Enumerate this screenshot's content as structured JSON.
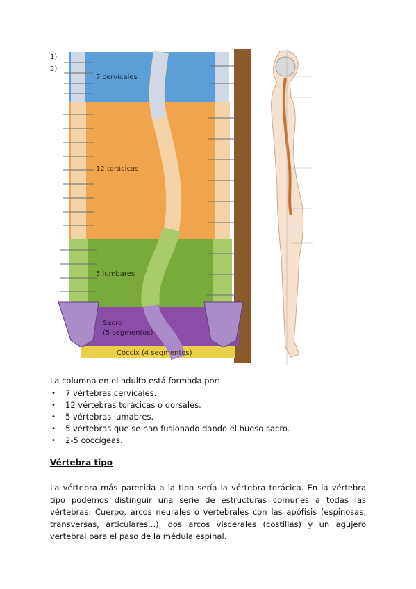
{
  "figure": {
    "corner_labels": [
      "1)",
      "2)"
    ],
    "regions": [
      {
        "label": "7 cervicales",
        "color": "#5c9fd6"
      },
      {
        "label": "12 torácicas",
        "color": "#f0a44d"
      },
      {
        "label": "5 lumbares",
        "color": "#7aaa3c"
      },
      {
        "label": "Sacro",
        "sublabel": "(5 segmentos)",
        "color": "#8b4ea8"
      },
      {
        "label": "Cóccix (4 segmentos)",
        "color": "#e9cf4a"
      }
    ]
  },
  "intro": "La columna en el adulto está formada por:",
  "list": [
    "7 vértebras cervicales.",
    "12 vértebras torácicas o dorsales.",
    "5 vértebras lumabres.",
    "5 vértebras que se han fusionado dando el hueso sacro.",
    "2-5 coccígeas."
  ],
  "bullet": "•",
  "heading": "Vértebra tipo",
  "paragraph": "La vértebra más parecida a la tipo sería la vértebra torácica. En la vértebra tipo podemos distinguir una serie de estructuras comunes a todas las vértebras: Cuerpo, arcos neurales o vertebrales con las apófisis (espinosas, transversas, articulares...), dos arcos viscerales (costillas) y un agujero vertebral para el paso de la médula espinal."
}
